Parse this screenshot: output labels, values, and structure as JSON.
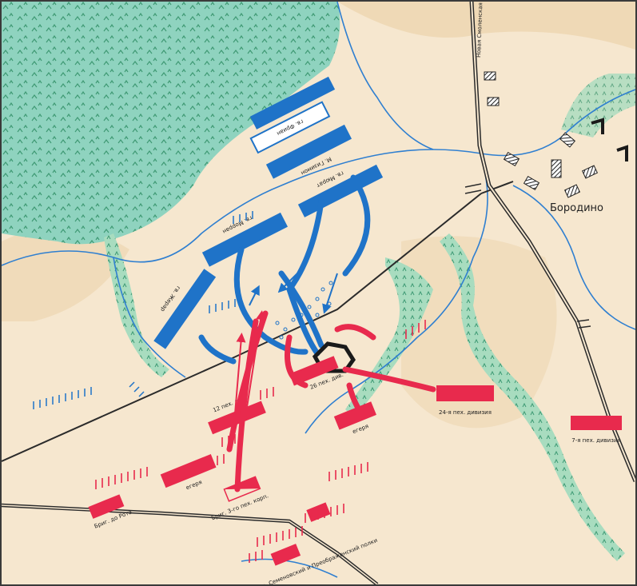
{
  "map": {
    "town_label": "Бородино",
    "road_label": "Новая Смоленская дорога",
    "colors": {
      "paper": "#f6e7cf",
      "forest": "#8fd3bf",
      "forest_dots": "#3f9a74",
      "river": "#2f7fd0",
      "roads": "#2b2b2b",
      "french": "#1f73c8",
      "russian": "#e82a4d",
      "redoubt": "#1a1a1a"
    },
    "french_units": {
      "unit_1": "гв. Фриан",
      "unit_2": "М. Гизимон",
      "unit_3": "гв. Мюрат",
      "unit_4": "гв. Морран",
      "unit_5": "гв. Жерар"
    },
    "russian_units": {
      "unit_1": "26 пех. див.",
      "unit_2": "12 пех. див.",
      "unit_3": "24-я пех. дивизия",
      "unit_4": "7-я пех. дивизия",
      "unit_5": "егеря",
      "unit_6": "егеря",
      "unit_7": "Бриг. 3-го пех. корп.",
      "unit_8": "Бриг. до Рота",
      "unit_9": "Л.-гв. Семеновский и Преображенский полки"
    }
  }
}
